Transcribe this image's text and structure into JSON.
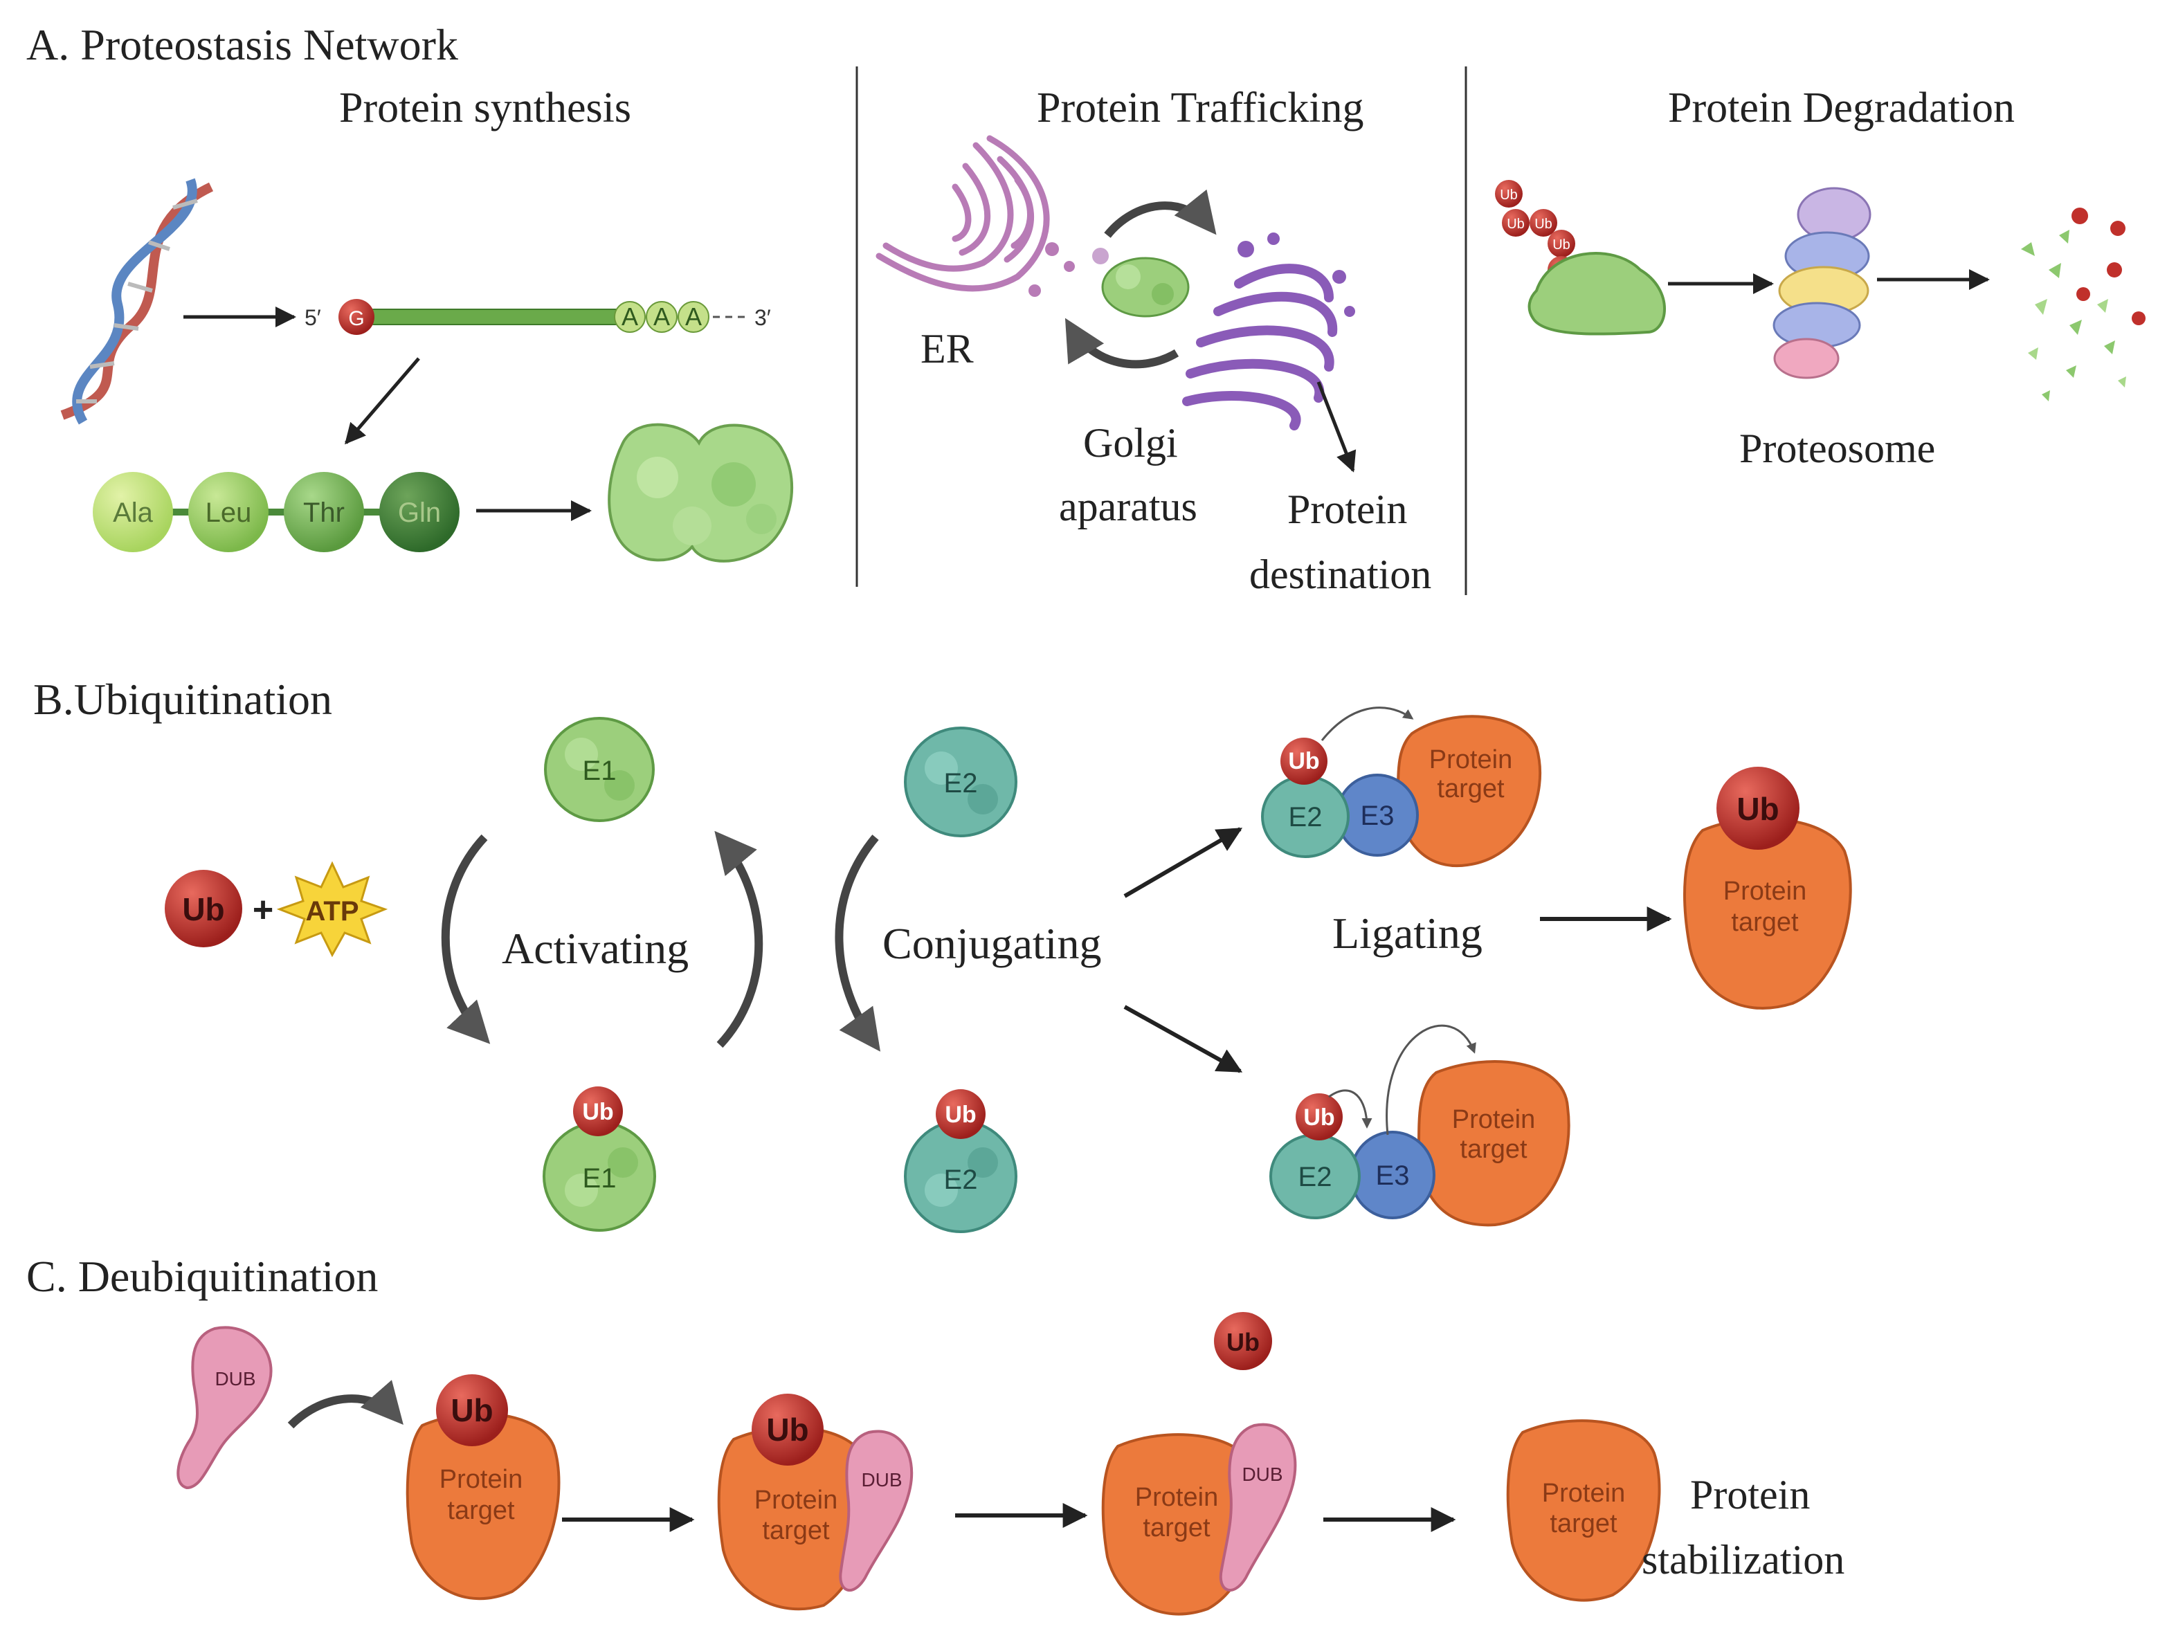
{
  "section_a": {
    "title": "A. Proteostasis Network",
    "synthesis": {
      "heading": "Protein synthesis",
      "mrna_five": "5′",
      "mrna_cap": "G",
      "mrna_tail": [
        "A",
        "A",
        "A"
      ],
      "mrna_three": "3′",
      "amino_acids": [
        "Ala",
        "Leu",
        "Thr",
        "Gln"
      ]
    },
    "trafficking": {
      "heading": "Protein Trafficking",
      "er_label": "ER",
      "golgi_label_1": "Golgi",
      "golgi_label_2": "aparatus",
      "destination_label_1": "Protein",
      "destination_label_2": "destination"
    },
    "degradation": {
      "heading": "Protein Degradation",
      "ub_chain": [
        "Ub",
        "Ub",
        "Ub",
        "Ub",
        "Ub"
      ],
      "proteasome_label": "Proteosome"
    }
  },
  "section_b": {
    "title": "B.Ubiquitination",
    "ub": "Ub",
    "plus": "+",
    "atp": "ATP",
    "e1": "E1",
    "e2": "E2",
    "e3": "E3",
    "activating": "Activating",
    "conjugating": "Conjugating",
    "ligating": "Ligating",
    "protein_target_1": "Protein",
    "protein_target_2": "target"
  },
  "section_c": {
    "title": "C. Deubiquitination",
    "dub": "DUB",
    "ub": "Ub",
    "protein_target_1": "Protein",
    "protein_target_2": "target",
    "stabilization_1": "Protein",
    "stabilization_2": "stabilization"
  },
  "colors": {
    "ub_red": "#c0302b",
    "e1_green": "#9ccf7c",
    "e2_teal": "#6fb8a9",
    "e3_blue": "#5f86c9",
    "protein_orange": "#ec7a3c",
    "dub_pink": "#e79bb7",
    "er_purple": "#b87bb6",
    "golgi_purple": "#8a5bb8",
    "atp_yellow": "#f7d43a"
  }
}
